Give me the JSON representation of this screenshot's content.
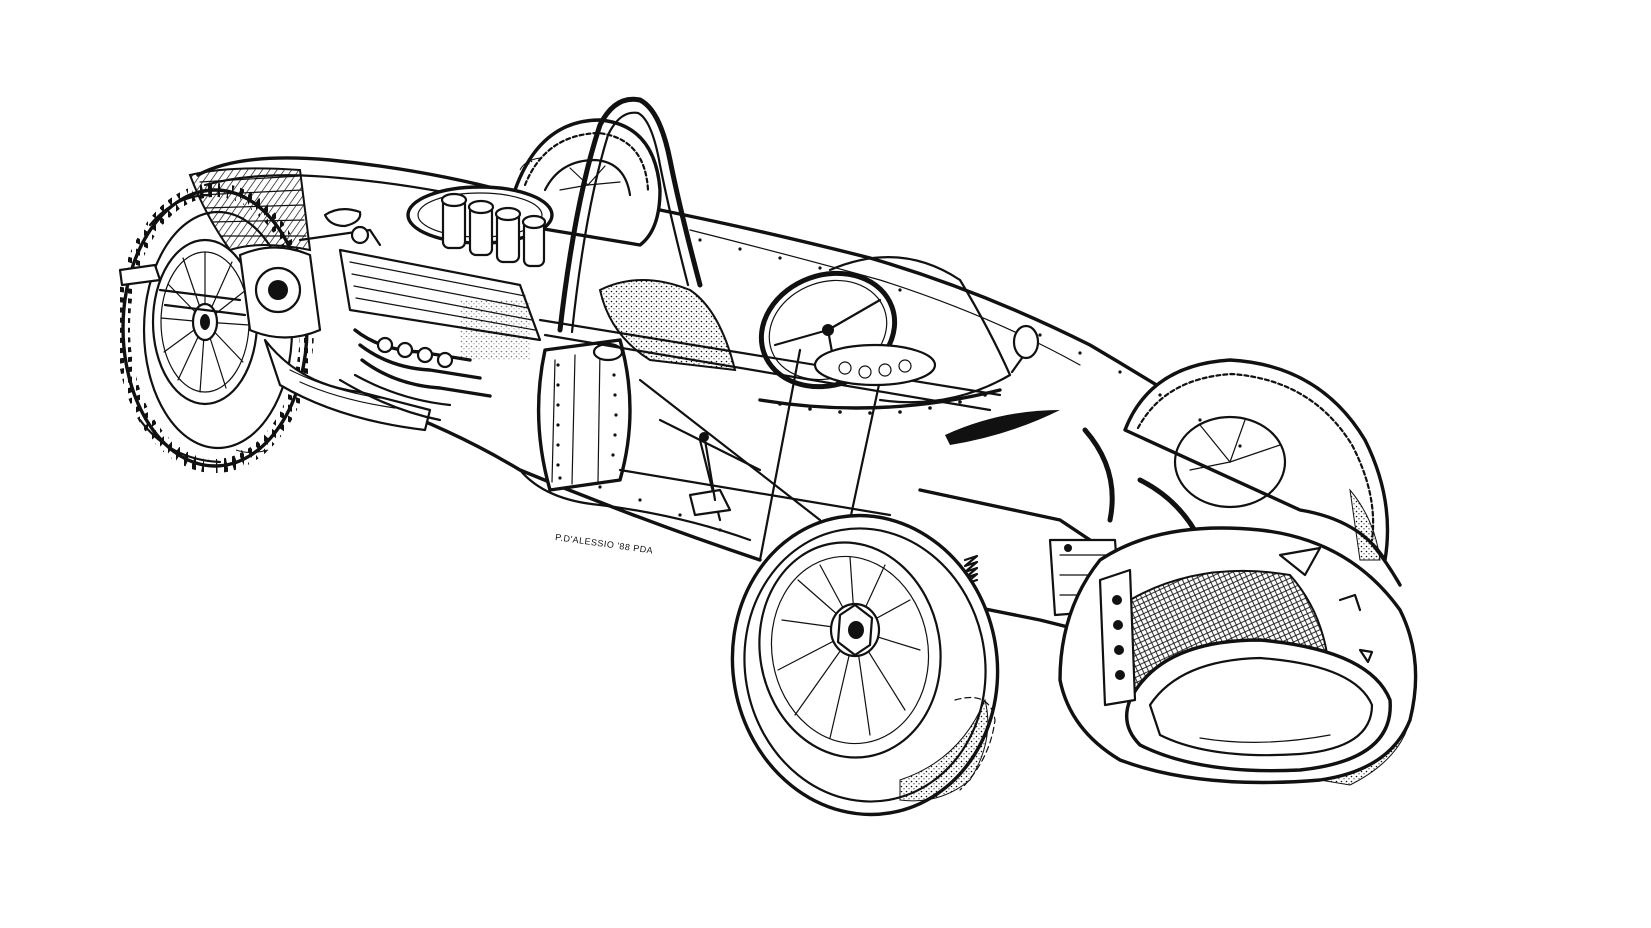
{
  "illustration": {
    "subject": "racing-car-cutaway-drawing",
    "style": "black-ink-line-art",
    "background_color": "#ffffff",
    "ink_color": "#111111"
  },
  "signature": {
    "text": "P.D'ALESSIO '88 PDA"
  }
}
